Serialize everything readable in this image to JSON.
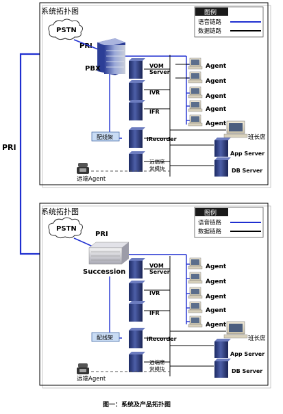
{
  "diagram": {
    "pri_side_label": "PRI",
    "caption": "图一：系统及产品拓扑图",
    "panels": [
      {
        "title": "系统拓扑图",
        "legend": {
          "title": "图例",
          "voice": "语音链路",
          "data": "数据链路"
        },
        "cloud": "PSTN",
        "pri": "PRI",
        "switch": "PBX",
        "servers": {
          "vom": "VOM\nServer",
          "ivr": "IVR",
          "ifr": "IFR",
          "irecorder": "iRecorder",
          "remote_module": "远端席\n常模块"
        },
        "patch": "配线架",
        "agents": [
          "Agent",
          "Agent",
          "Agent",
          "Agent",
          "Agent"
        ],
        "supervisor": "班长席",
        "app_server": "App Server",
        "db_server": "DB Server",
        "remote_agent": "远端Agent"
      },
      {
        "title": "系统拓扑图",
        "legend": {
          "title": "图例",
          "voice": "语音链路",
          "data": "数据链路"
        },
        "cloud": "PSTN",
        "pri": "PRI",
        "switch": "Succession",
        "servers": {
          "vom": "VOM\nServer",
          "ivr": "IVR",
          "ifr": "IFR",
          "irecorder": "iRecorder",
          "remote_module": "远端席\n常模块"
        },
        "patch": "配线架",
        "agents": [
          "Agent",
          "Agent",
          "Agent",
          "Agent",
          "Agent"
        ],
        "supervisor": "班长席",
        "app_server": "App Server",
        "db_server": "DB Server",
        "remote_agent": "远端Agent"
      }
    ],
    "colors": {
      "voice_link": "#1f2fd0",
      "data_link": "#000000",
      "patch_fill": "#c9dcf4"
    }
  }
}
